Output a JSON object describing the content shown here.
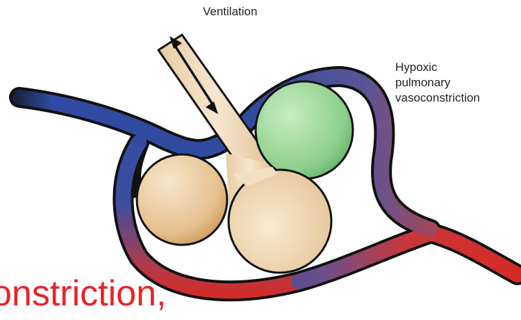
{
  "labels": {
    "ventilation": "Ventilation",
    "hpv_lines": [
      "Hypoxic",
      "pulmonary",
      "vasoconstriction"
    ]
  },
  "caption": {
    "text": "onstriction,",
    "color": "#e8232a"
  },
  "colors": {
    "venous_blue": "#2f4aa0",
    "arterial_red": "#d62a25",
    "alveolus_tan": "#e9c99a",
    "hypoxic_alveolus_green": "#8ccf8a",
    "airway": "#f0dcc0",
    "outline": "#111111"
  },
  "icons": [
    "double-headed-arrow-icon"
  ]
}
